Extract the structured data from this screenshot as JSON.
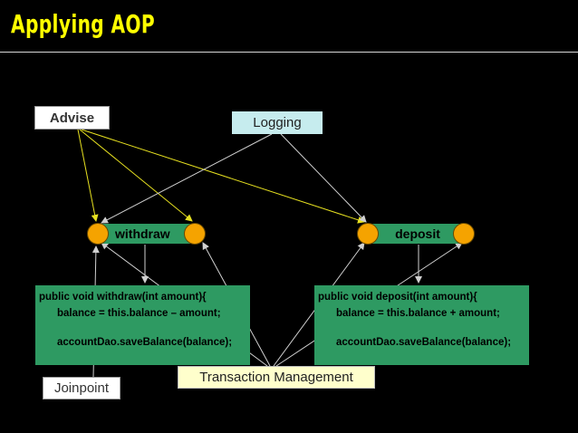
{
  "title": "Applying AOP",
  "labels": {
    "advise": "Advise",
    "logging": "Logging",
    "joinpoint": "Joinpoint",
    "transaction": "Transaction Management"
  },
  "methods": {
    "withdraw": "withdraw",
    "deposit": "deposit"
  },
  "code_withdraw": {
    "line1": "public void withdraw(int amount){",
    "line2": "balance = this.balance – amount;",
    "line3": "accountDao.saveBalance(balance);"
  },
  "code_deposit": {
    "line1": "public void deposit(int amount){",
    "line2": "balance = this.balance + amount;",
    "line3": "accountDao.saveBalance(balance);"
  },
  "colors": {
    "title": "#ffff00",
    "method_fill": "#2e9a62",
    "joinpoint_dot": "#f5a300",
    "advise_arrow": "#e6e020",
    "other_arrow": "#d0d0d0"
  }
}
